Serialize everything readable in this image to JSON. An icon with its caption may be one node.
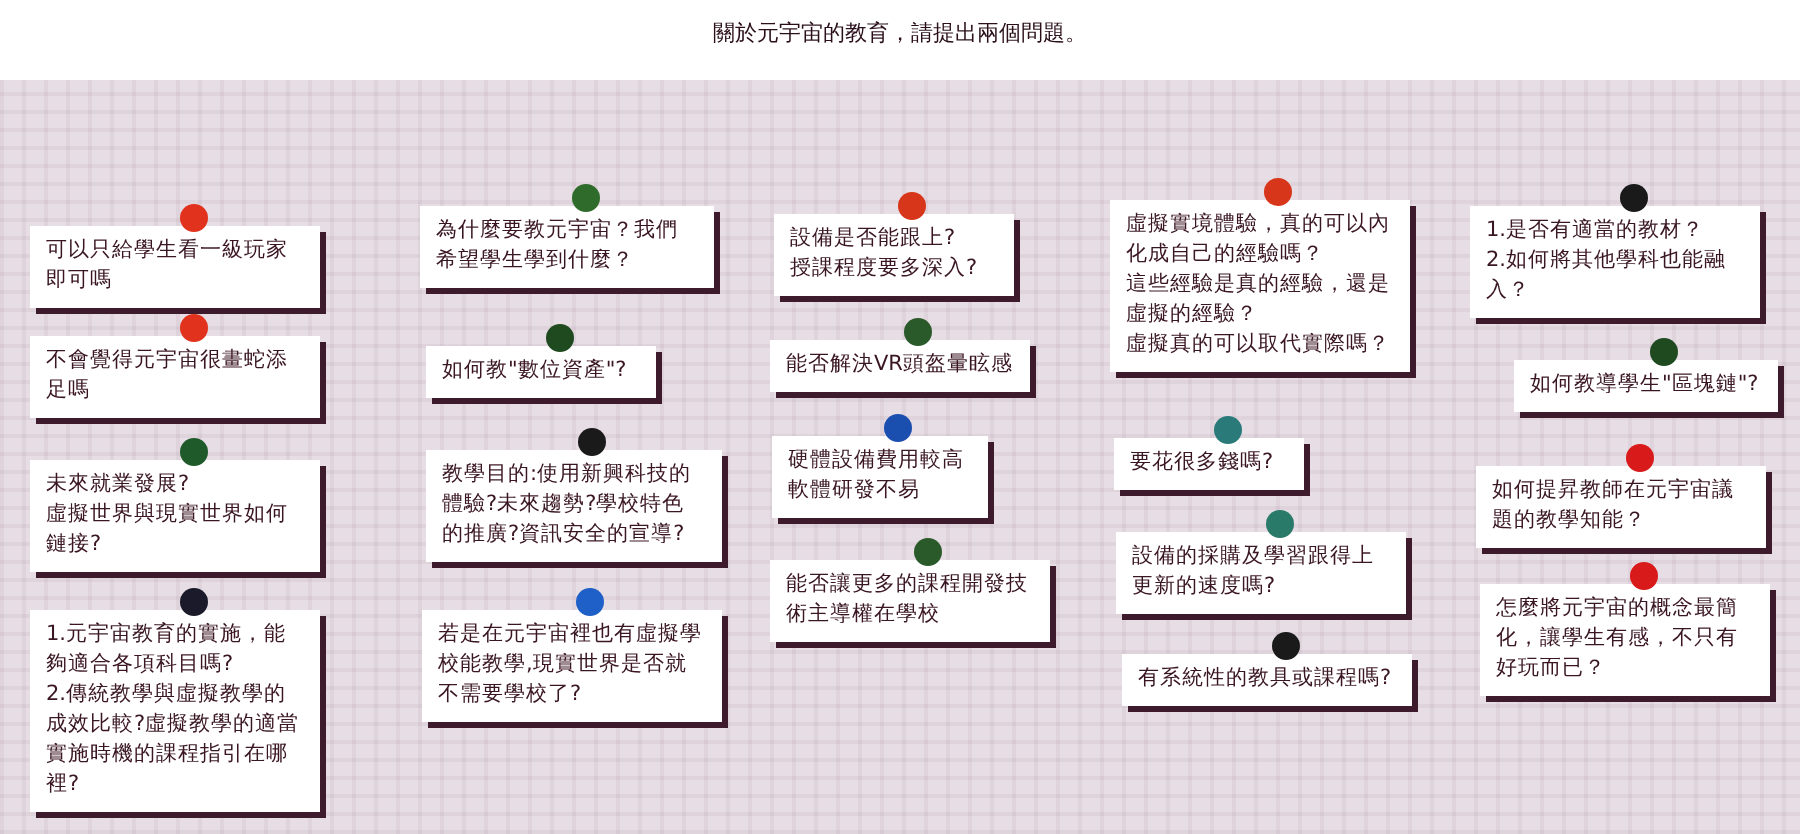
{
  "diagram": {
    "title": "關於元宇宙的教育，請提出兩個問題。",
    "nodes": [
      {
        "text": [
          "可以只給學生看一級玩家即可嗎"
        ]
      },
      {
        "text": [
          "不會覺得元宇宙很畫蛇添足嗎"
        ]
      },
      {
        "text": [
          "未來就業發展?",
          "虛擬世界與現實世界如何鏈接?"
        ]
      },
      {
        "text": [
          "1.元宇宙教育的實施，能夠適合各項科目嗎?",
          "2.傳統教學與虛擬教學的成效比較?虛擬教學的適當實施時機的課程指引在哪裡?"
        ]
      },
      {
        "text": [
          "為什麼要教元宇宙？我們希望學生學到什麼？"
        ]
      },
      {
        "text": [
          "如何教\"數位資產\"?"
        ]
      },
      {
        "text": [
          "教學目的:使用新興科技的體驗?未來趨勢?學校特色的推廣?資訊安全的宣導?"
        ]
      },
      {
        "text": [
          "若是在元宇宙裡也有虛擬學校能教學,現實世界是否就不需要學校了?"
        ]
      },
      {
        "text": [
          "設備是否能跟上?",
          "授課程度要多深入?"
        ]
      },
      {
        "text": [
          "能否解決VR頭盔暈眩感"
        ]
      },
      {
        "text": [
          "硬體設備費用較高",
          "軟體研發不易"
        ]
      },
      {
        "text": [
          "能否讓更多的課程開發技術主導權在學校"
        ]
      },
      {
        "text": [
          "虛擬實境體驗，真的可以內化成自己的經驗嗎？",
          "這些經驗是真的經驗，還是虛擬的經驗？",
          "虛擬真的可以取代實際嗎？"
        ]
      },
      {
        "text": [
          "要花很多錢嗎?"
        ]
      },
      {
        "text": [
          "設備的採購及學習跟得上更新的速度嗎?"
        ]
      },
      {
        "text": [
          "有系統性的教具或課程嗎?"
        ]
      },
      {
        "text": [
          "1.是否有適當的教材？",
          "2.如何將其他學科也能融入？"
        ]
      },
      {
        "text": [
          "如何教導學生\"區塊鏈\"?"
        ]
      },
      {
        "text": [
          "如何提昇教師在元宇宙議題的教學知能？"
        ]
      },
      {
        "text": [
          "怎麼將元宇宙的概念最簡化，讓學生有感，不只有好玩而已？"
        ]
      }
    ]
  }
}
